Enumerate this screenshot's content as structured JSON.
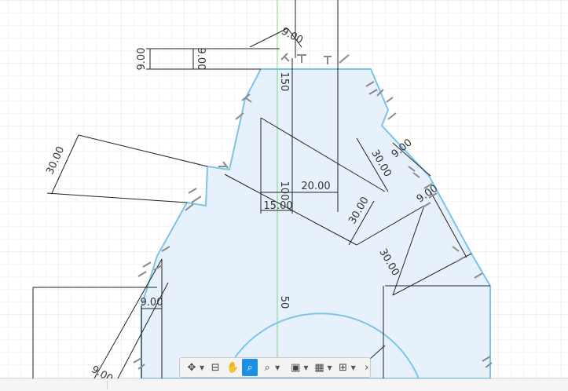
{
  "dimensions": {
    "top_vertical_left": "9.00",
    "top_vertical_right": "9.00",
    "top_angled": "9.00",
    "vertical_150": "150",
    "vertical_100": "100",
    "horizontal_20": "20.00",
    "horizontal_15": "15.00",
    "left_angled_30": "30.00",
    "right_angled_30_upper": "30.00",
    "right_angled_30_middle": "30.00",
    "right_angled_30_lower": "30.00",
    "right_angled_9_upper": "9.00",
    "right_angled_9_lower": "9.00",
    "left_horizontal_9": "9.00",
    "bottom_left_partial": "9.00",
    "radius_50": "50"
  },
  "toolbar": {
    "items": [
      {
        "icon": "orbit-icon",
        "glyph": "✥",
        "has_menu": true
      },
      {
        "icon": "look-at-icon",
        "glyph": "⊟",
        "has_menu": false
      },
      {
        "icon": "pan-hand-icon",
        "glyph": "✋",
        "has_menu": false
      },
      {
        "icon": "zoom-icon",
        "glyph": "⌕",
        "has_menu": false,
        "active": true
      },
      {
        "icon": "zoom-window-icon",
        "glyph": "⌕",
        "has_menu": true
      },
      {
        "icon": "display-settings-icon",
        "glyph": "▣",
        "has_menu": true
      },
      {
        "icon": "grid-snap-icon",
        "glyph": "▦",
        "has_menu": true
      },
      {
        "icon": "viewports-icon",
        "glyph": "⊞",
        "has_menu": true
      },
      {
        "icon": "more-icon",
        "glyph": "›",
        "has_menu": false
      }
    ]
  },
  "colors": {
    "sketch_line": "#7dc3e8",
    "profile_fill": "#e6f1fb",
    "dimension_line": "#222222",
    "grid_minor": "#ececec",
    "grid_major": "#dcdcdc",
    "axis_green": "#7ed87e",
    "toolbar_active": "#1a8fe3"
  }
}
